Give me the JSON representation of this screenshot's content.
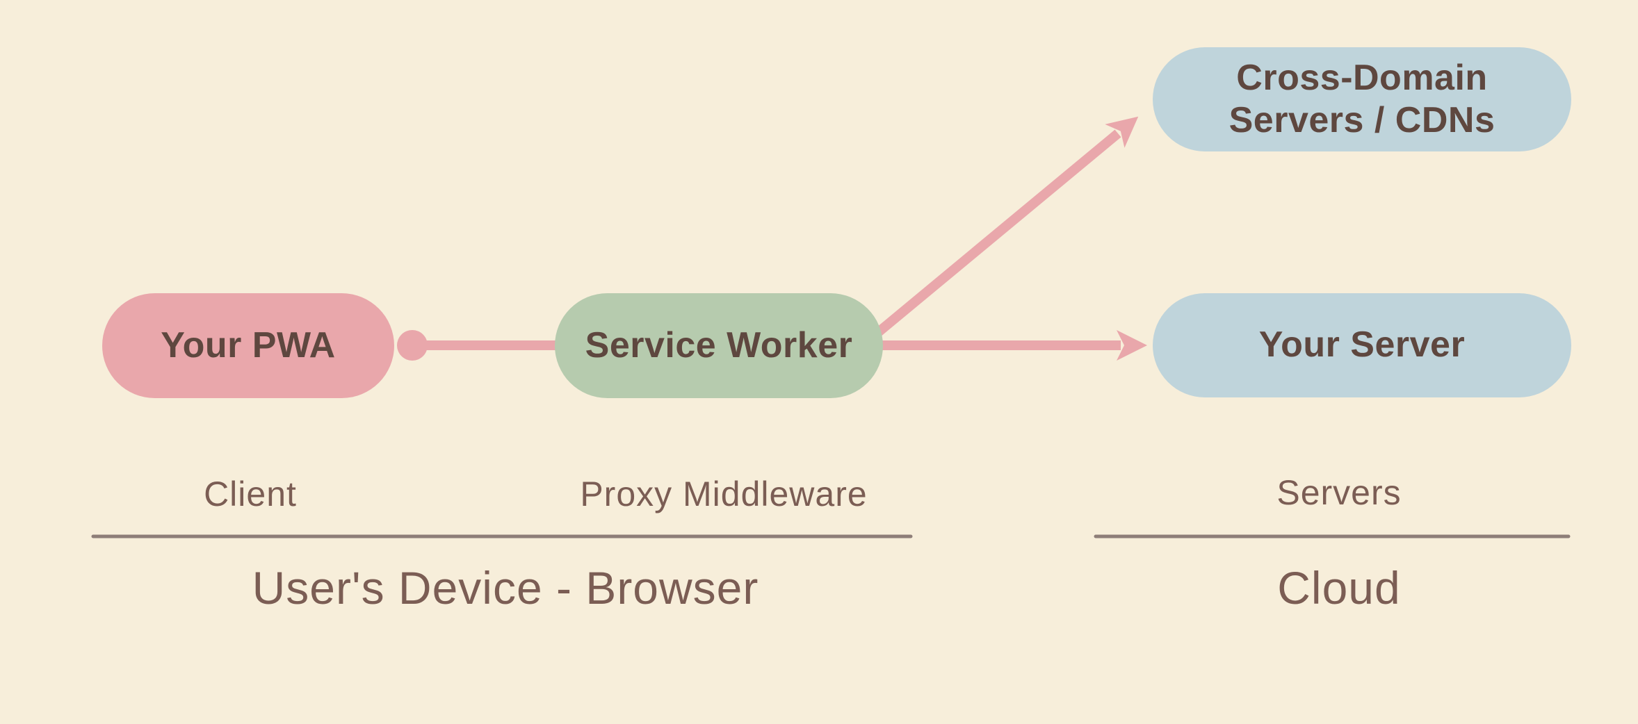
{
  "colors": {
    "background": "#f7eeda",
    "pink": "#e9a7ab",
    "green": "#b6cbae",
    "blue": "#bfd4db",
    "node_text": "#5e473f",
    "caption_text": "#7b5d54",
    "divider": "#8e7e78"
  },
  "diagram": {
    "nodes": {
      "pwa": {
        "label": "Your PWA"
      },
      "service_worker": {
        "label": "Service Worker"
      },
      "cross_domain": {
        "label": "Cross-Domain Servers / CDNs"
      },
      "your_server": {
        "label": "Your Server"
      }
    },
    "captions": {
      "client": "Client",
      "proxy_middleware": "Proxy Middleware",
      "servers": "Servers"
    },
    "groups": {
      "device": "User's Device - Browser",
      "cloud": "Cloud"
    }
  }
}
